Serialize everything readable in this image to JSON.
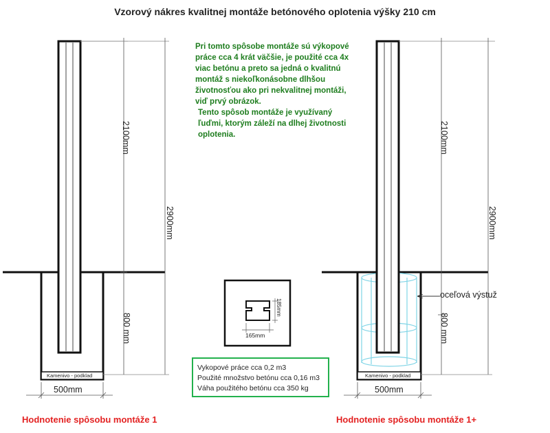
{
  "title": "Vzorový nákres kvalitnej montáže betónového oplotenia výšky 210 cm",
  "notes": {
    "paragraph1": "Pri tomto spôsobe montáže sú výkopové\npráce cca 4 krát väčšie, je použité cca 4x\nviac betónu a preto sa jedná o kvalitnú\nmontáž s niekoľkonásobne dlhšou\nživotnosťou ako pri nekvalitnej montáži,\nviď prvý obrázok.",
    "paragraph2": "Tento spôsob montáže je využívaný\nľuďmi, ktorým záleží na dlhej životnosti\noplotenia."
  },
  "left_drawing": {
    "dim_post_height": "2100mm",
    "dim_total_height": "2900mm",
    "dim_depth": "800 mm",
    "dim_width": "500mm",
    "gravel_label": "Kamenivo - podklad",
    "rating": "Hodnotenie spôsobu montáže 1"
  },
  "right_drawing": {
    "dim_post_height": "2100mm",
    "dim_total_height": "2900mm",
    "dim_depth": "800 mm",
    "dim_width": "500mm",
    "gravel_label": "Kamenivo - podklad",
    "rebar_label": "oceľová výstuž",
    "rating": "Hodnotenie spôsobu montáže 1+"
  },
  "cross_section": {
    "dim_height": "185mm",
    "dim_width": "165mm"
  },
  "stats": {
    "line1": "Vykopové práce cca 0,2 m3",
    "line2": "Použité množstvo betónu cca 0,16 m3",
    "line3": "Váha použitého betónu cca 350 kg"
  },
  "colors": {
    "outline": "#111111",
    "notes": "#1e7d1e",
    "rating": "#e32222",
    "stats_border": "#22b14c",
    "rebar": "#7fd4e6"
  }
}
